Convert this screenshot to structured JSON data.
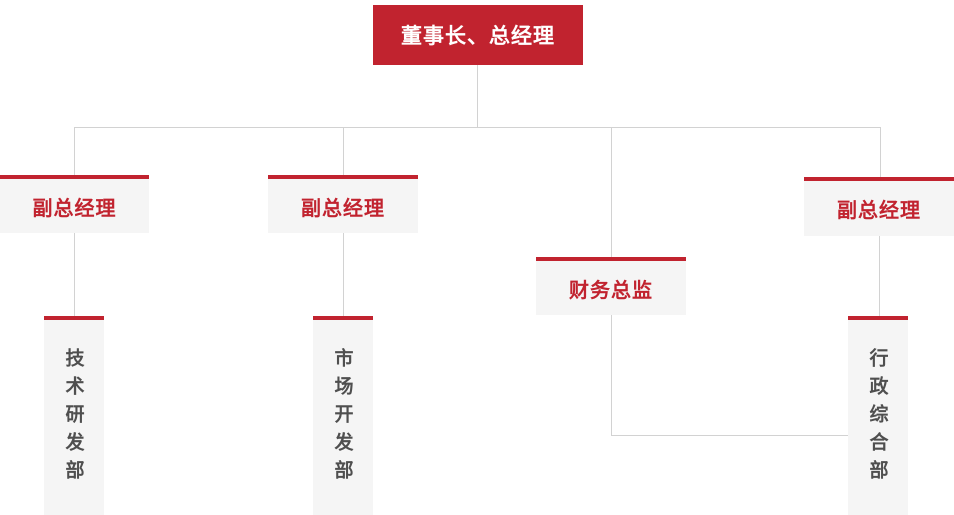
{
  "org_chart": {
    "root": {
      "id": "chairman-general-manager",
      "label": "董事长、总经理"
    },
    "level2": [
      {
        "id": "deputy-general-manager-1",
        "label": "副总经理"
      },
      {
        "id": "deputy-general-manager-2",
        "label": "副总经理"
      },
      {
        "id": "finance-director",
        "label": "财务总监"
      },
      {
        "id": "deputy-general-manager-3",
        "label": "副总经理"
      }
    ],
    "level3": [
      {
        "id": "tech-rd-dept",
        "label": "技术研发部",
        "parent": "deputy-general-manager-1"
      },
      {
        "id": "market-dev-dept",
        "label": "市场开发部",
        "parent": "deputy-general-manager-2"
      },
      {
        "id": "admin-general-dept",
        "label": "行政综合部",
        "parent": "deputy-general-manager-3"
      }
    ]
  },
  "colors": {
    "accent_red": "#c1232f",
    "node_fill": "#f5f5f5",
    "connector": "#d2d2d2",
    "dept_text": "#4f4f4f",
    "root_text": "#ffffff"
  }
}
